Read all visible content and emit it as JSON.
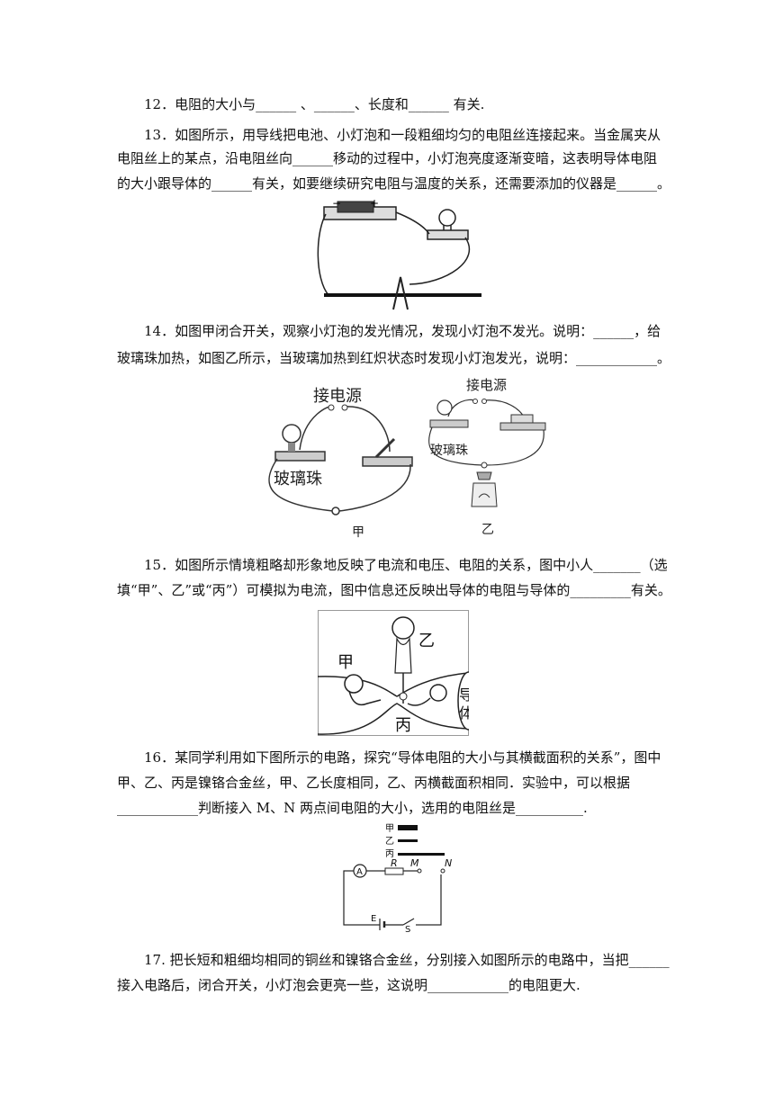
{
  "q12": {
    "line1": "12．电阻的大小与______ 、______、长度和______ 有关."
  },
  "q13": {
    "line1": "13．如图所示，用导线把电池、小灯泡和一段粗细均匀的电阻丝连接起来。当金属夹从",
    "line2": "电阻丝上的某点，沿电阻丝向______移动的过程中，小灯泡亮度逐渐变暗，这表明导体电阻",
    "line3": "的大小跟导体的______有关，如要继续研究电阻与温度的关系，还需要添加的仪器是______。"
  },
  "q14": {
    "line1": "14．如图甲闭合开关，观察小灯泡的发光情况，发现小灯泡不发光。说明：______，给",
    "line2": "玻璃珠加热，如图乙所示，当玻璃加热到红炽状态时发现小灯泡发光，说明：____________。",
    "fig_a": {
      "power": "接电源",
      "bead": "玻璃珠",
      "caption": "甲"
    },
    "fig_b": {
      "power": "接电源",
      "bead": "玻璃珠",
      "caption": "乙"
    }
  },
  "q15": {
    "line1": "15．如图所示情境粗略却形象地反映了电流和电压、电阻的关系，图中小人_______（选",
    "line2": "填“甲”、乙”或“丙”）可模拟为电流，图中信息还反映出导体的电阻与导体的_________有关。",
    "fig": {
      "a": "甲",
      "b": "乙",
      "c": "丙",
      "conductor_1": "导",
      "conductor_2": "体"
    }
  },
  "q16": {
    "line1": "16．某同学利用如下图所示的电路，探究“导体电阻的大小与其横截面积的关系”，图中",
    "line2": "甲、乙、丙是镍铬合金丝，甲、乙长度相同，乙、丙横截面积相同．实验中，可以根据",
    "line3": "____________判断接入 M、N 两点间电阻的大小，选用的电阻丝是__________.",
    "fig": {
      "wire_a": "甲",
      "wire_b": "乙",
      "wire_c": "丙",
      "ammeter": "A",
      "resistor": "R",
      "point_m": "M",
      "point_n": "N",
      "battery": "E",
      "switch": "S"
    }
  },
  "q17": {
    "line1": "17. 把长短和粗细均相同的铜丝和镍铬合金丝，分别接入如图所示的电路中，当把______",
    "line2": "接入电路后，闭合开关，小灯泡会更亮一些，这说明____________的电阻更大."
  }
}
